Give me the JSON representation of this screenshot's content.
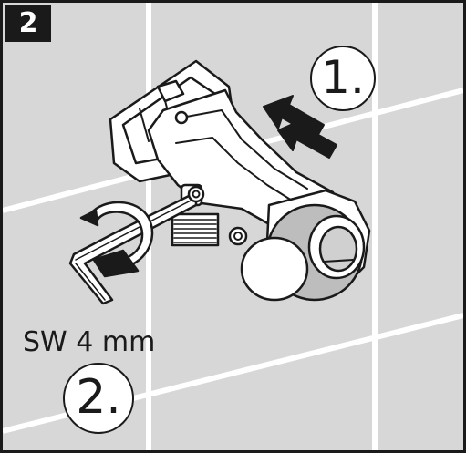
{
  "step_number": "2",
  "step_one_label": "1.",
  "step_two_label": "2.",
  "wrench_size": "SW 4 mm",
  "colors": {
    "background": "#d7d7d7",
    "grout_lines": "#ffffff",
    "ink": "#1a1a1a",
    "rod_shade": "#aaaaaa"
  },
  "icons": {
    "push_direction": "double-arrow-icon",
    "rotation": "rotate-arrow-icon",
    "tool": "hex-key-icon"
  }
}
